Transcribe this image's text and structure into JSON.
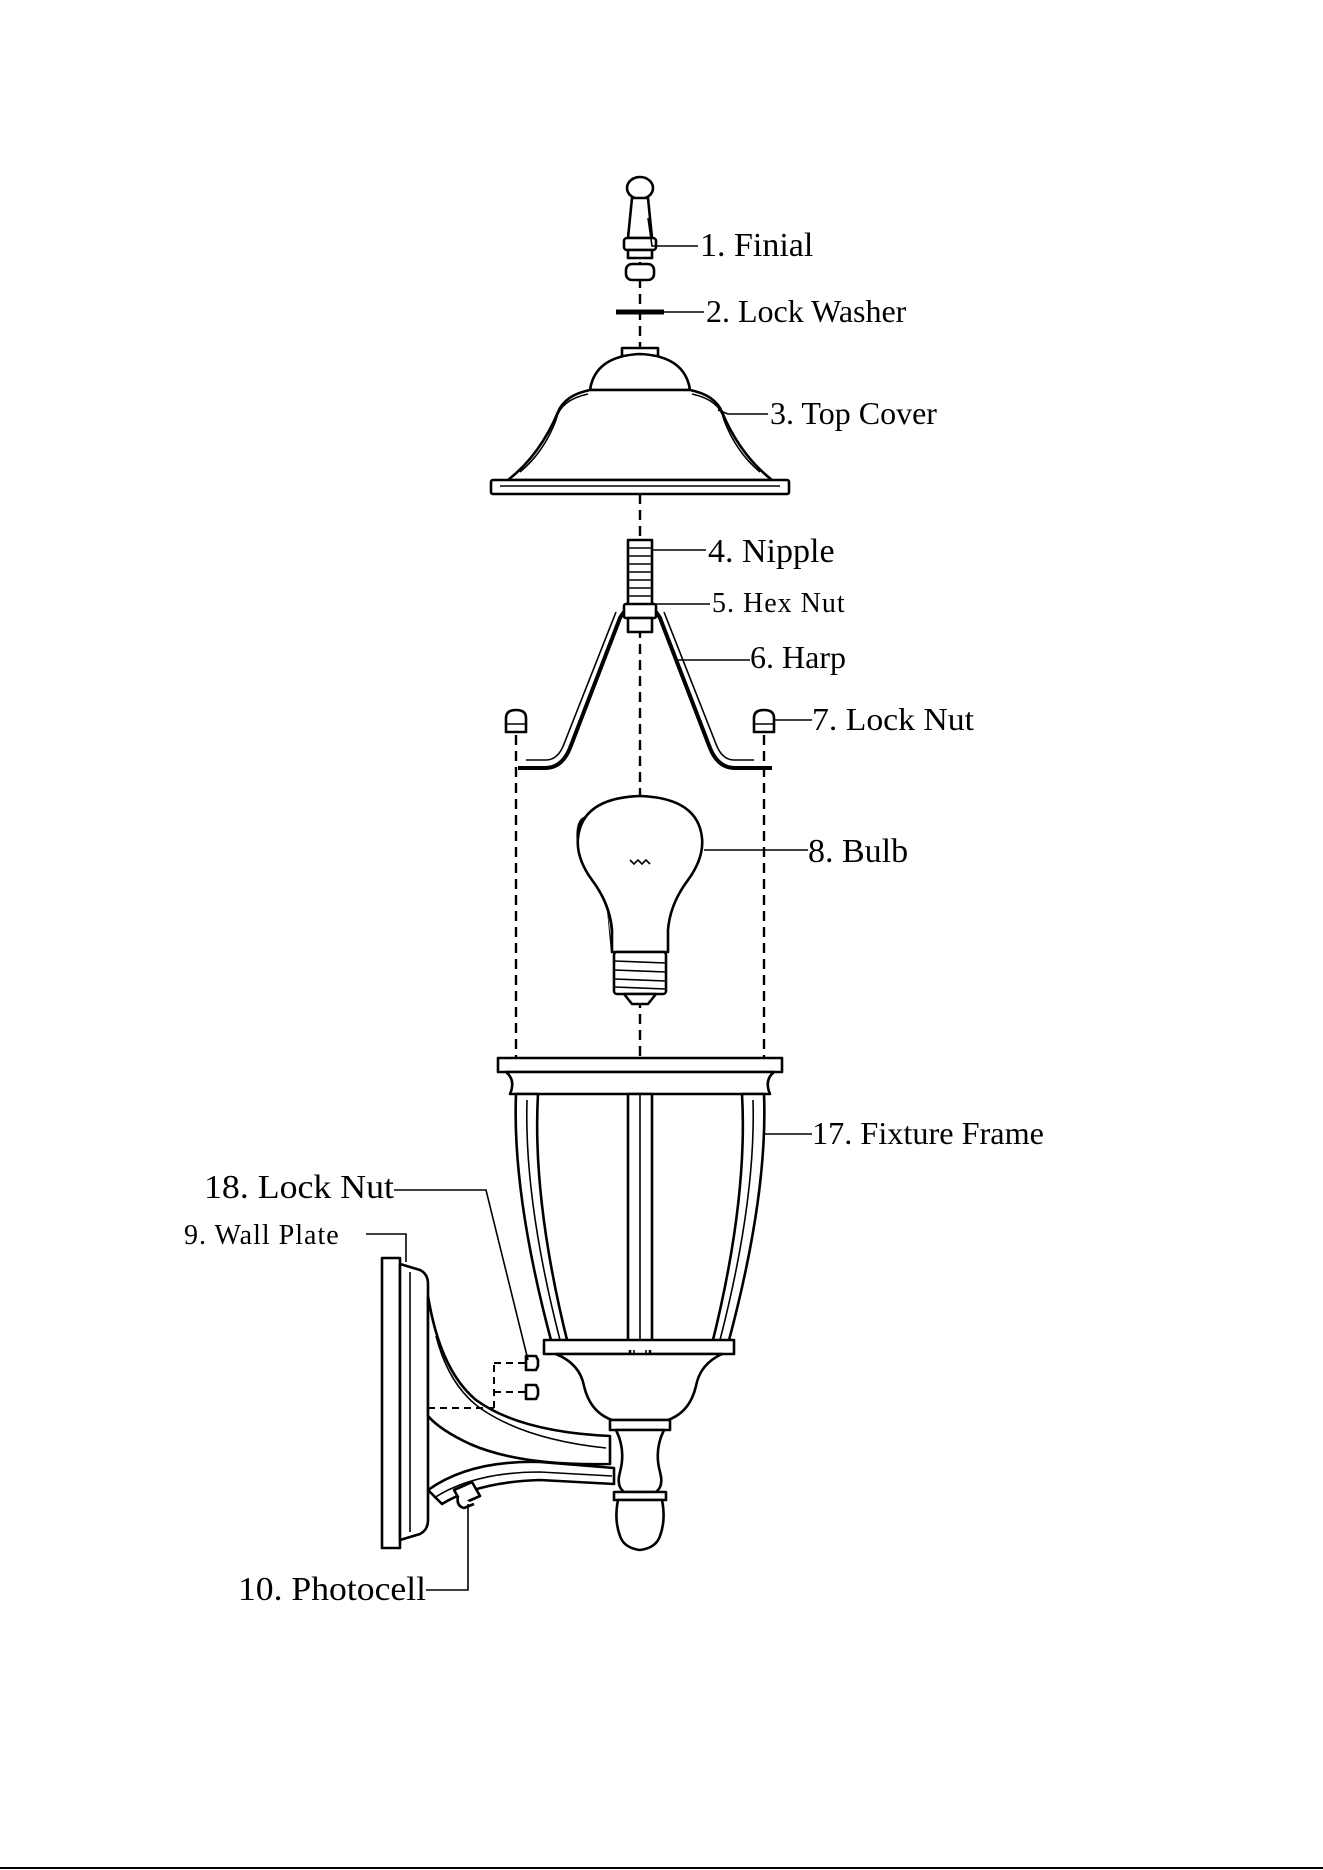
{
  "labels": {
    "finial": "1. Finial",
    "lock_washer": "2. Lock Washer",
    "top_cover": "3. Top Cover",
    "nipple": "4. Nipple",
    "hex_nut": "5. Hex Nut",
    "harp": "6. Harp",
    "lock_nut_top": "7. Lock Nut",
    "bulb": "8. Bulb",
    "fixture_frame": "17. Fixture Frame",
    "lock_nut_bottom": "18. Lock Nut",
    "wall_plate": "9. Wall Plate",
    "photocell": "10. Photocell"
  },
  "colors": {
    "ink": "#000000",
    "paper": "#ffffff"
  }
}
